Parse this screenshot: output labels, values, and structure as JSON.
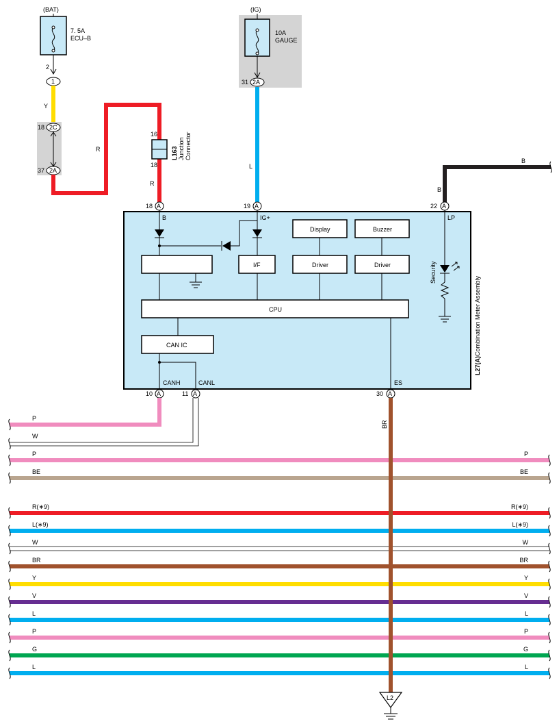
{
  "sources": {
    "bat": {
      "label": "(BAT)",
      "fuse_amp": "7. 5A",
      "fuse_name": "ECU–B",
      "pin": "2",
      "connector": "1"
    },
    "ig": {
      "label": "(IG)",
      "fuse_amp": "10A",
      "fuse_name": "GAUGE",
      "pin": "31",
      "connector": "2A"
    }
  },
  "upper_connector": {
    "top_pin": "18",
    "top_conn": "2C",
    "bottom_pin": "37",
    "bottom_conn": "2A"
  },
  "junction": {
    "id": "L163",
    "name_line1": "Junction",
    "name_line2": "Connector",
    "pin_top": "16",
    "pin_bottom": "18"
  },
  "wires": {
    "y": "Y",
    "r1": "R",
    "r2": "R",
    "l": "L",
    "b1": "B",
    "b2": "B",
    "br": "BR"
  },
  "meter": {
    "id": "L27(A)",
    "name": "Combination Meter Assembly",
    "conn": "A",
    "pins": {
      "p18": "18",
      "p19": "19",
      "p22": "22",
      "p10": "10",
      "p11": "11",
      "p30": "30"
    },
    "signals": {
      "b": "B",
      "ig": "IG+",
      "lp": "LP",
      "canh": "CANH",
      "canl": "CANL",
      "es": "ES"
    },
    "blocks": {
      "display": "Display",
      "buzzer": "Buzzer",
      "if": "I/F",
      "driver1": "Driver",
      "driver2": "Driver",
      "cpu": "CPU",
      "can_ic": "CAN IC",
      "security": "Security"
    }
  },
  "can_wires": {
    "p": "P",
    "w": "W"
  },
  "bus_lines": [
    {
      "left": "P",
      "right": "P",
      "color": "#f08cbe"
    },
    {
      "left": "BE",
      "right": "BE",
      "color": "#b9a58f"
    },
    {
      "left": "R(∗9)",
      "right": "R(∗9)",
      "color": "#ee1c25"
    },
    {
      "left": "L(∗9)",
      "right": "L(∗9)",
      "color": "#00aeef"
    },
    {
      "left": "W",
      "right": "W",
      "color": "#ffffff"
    },
    {
      "left": "BR",
      "right": "BR",
      "color": "#a0522d"
    },
    {
      "left": "Y",
      "right": "Y",
      "color": "#ffdd00"
    },
    {
      "left": "V",
      "right": "V",
      "color": "#662d91"
    },
    {
      "left": "L",
      "right": "L",
      "color": "#00aeef"
    },
    {
      "left": "P",
      "right": "P",
      "color": "#f08cbe"
    },
    {
      "left": "G",
      "right": "G",
      "color": "#00a651"
    },
    {
      "left": "L",
      "right": "L",
      "color": "#00aeef"
    }
  ],
  "ground": {
    "id": "L2"
  },
  "colors": {
    "meter_fill": "#c8e9f7",
    "fuse_fill": "#c8e9f7",
    "gray_box": "#d4d4d4",
    "yellow": "#ffdd00",
    "red": "#ee1c25",
    "blue": "#00aeef",
    "black": "#231f20",
    "pink": "#f08cbe",
    "brown": "#a0522d"
  }
}
